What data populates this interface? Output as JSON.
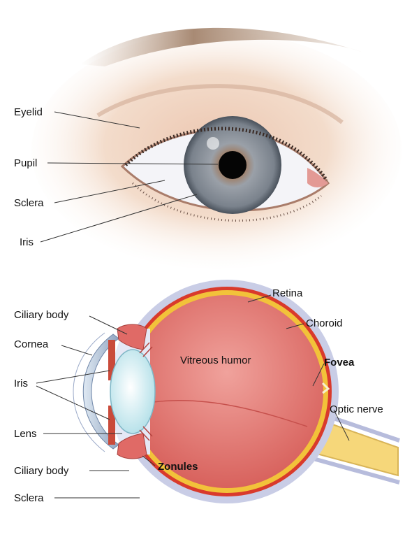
{
  "external_view": {
    "labels": {
      "eyelid": "Eyelid",
      "pupil": "Pupil",
      "sclera": "Sclera",
      "iris": "Iris"
    }
  },
  "cross_section": {
    "labels": {
      "ciliary_body_top": "Ciliary body",
      "cornea": "Cornea",
      "iris": "Iris",
      "lens": "Lens",
      "ciliary_body_bottom": "Ciliary body",
      "sclera": "Sclera",
      "retina": "Retina",
      "choroid": "Choroid",
      "vitreous_humor": "Vitreous humor",
      "fovea": "Fovea",
      "optic_nerve": "Optic nerve",
      "zonules": "Zonules"
    }
  },
  "colors": {
    "skin": "#f3dccb",
    "iris": "#8a929c",
    "sclera_wall": "#c9cde6",
    "choroid": "#d93a2c",
    "retina": "#f2c23a",
    "vitreous": "#e8837f",
    "lens": "#d8f0f4",
    "optic_nerve": "#f6d77a"
  }
}
